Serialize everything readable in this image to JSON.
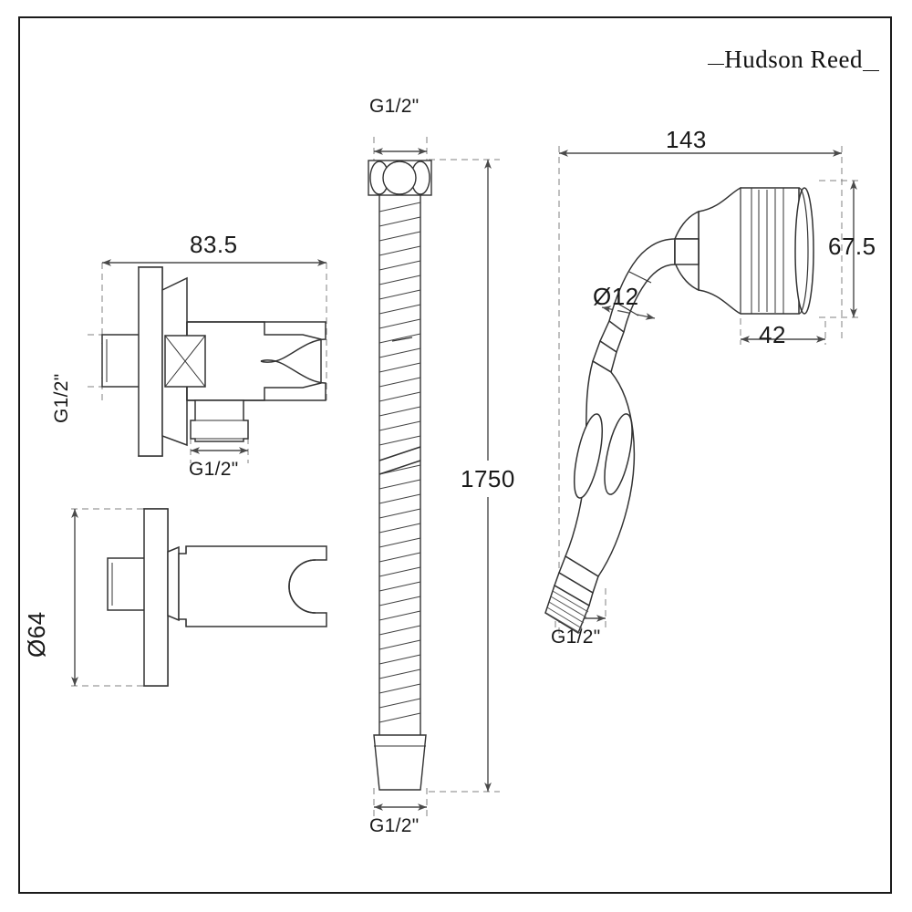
{
  "sheet": {
    "background": "#ffffff",
    "border_color": "#1a1a1a",
    "line_color": "#333333",
    "dim_line_color": "#808080",
    "title": "Technical dimension drawing"
  },
  "brand": {
    "name": "Hudson Reed",
    "left_rule": "",
    "right_rule": ""
  },
  "parts": {
    "wall_elbow": {
      "name": "Wall outlet elbow",
      "dims": {
        "width": "83.5",
        "inlet_thread": "G1/2\"",
        "outlet_thread": "G1/2\""
      }
    },
    "handset_holder": {
      "name": "Shower handset wall bracket",
      "dims": {
        "plate_diameter": "Ø64"
      }
    },
    "hose": {
      "name": "Flexible shower hose",
      "dims": {
        "top_thread": "G1/2\"",
        "length": "1750",
        "bottom_thread": "G1/2\""
      }
    },
    "handset": {
      "name": "Traditional shower handset",
      "dims": {
        "overall_length": "143",
        "head_diameter": "67.5",
        "head_depth": "42",
        "neck_diameter": "Ø12",
        "inlet_thread": "G1/2\""
      }
    }
  },
  "icons": {
    "arrow": "dimension-arrow",
    "dash": "dashed-extension-line"
  }
}
